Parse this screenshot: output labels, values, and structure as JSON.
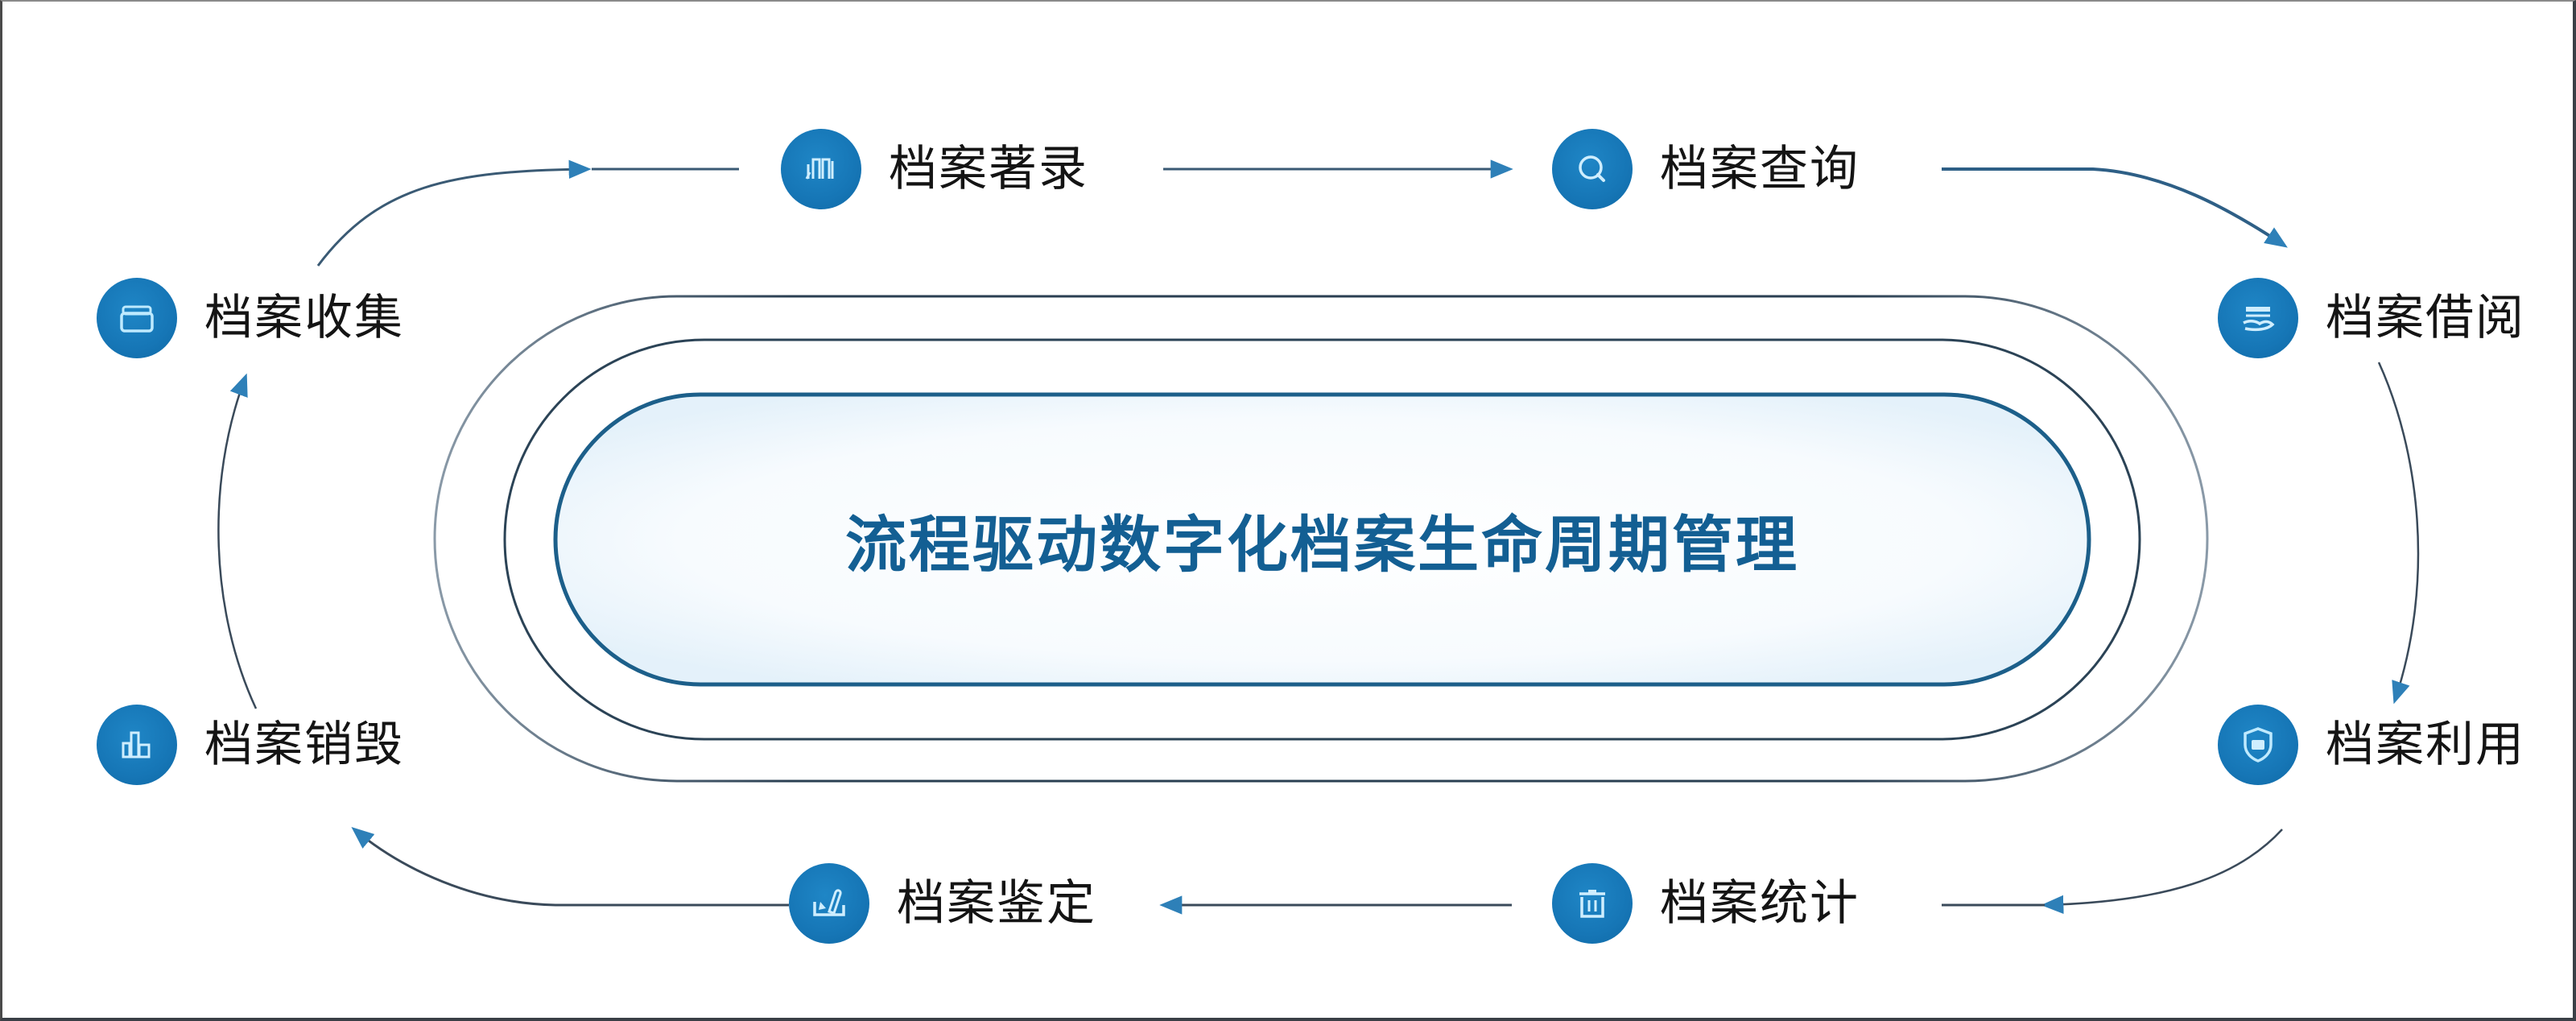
{
  "diagram": {
    "title": "流程驱动数字化档案生命周期管理",
    "colors": {
      "accent": "#1676b6",
      "title_text": "#135f93",
      "label_text": "#141414",
      "ring_stroke": "#2a4a63",
      "pill_fill": "#eef6fc"
    },
    "nodes": [
      {
        "id": "collect",
        "label": "档案收集",
        "icon": "archive-box-icon"
      },
      {
        "id": "catalog",
        "label": "档案著录",
        "icon": "catalog-books-icon"
      },
      {
        "id": "query",
        "label": "档案查询",
        "icon": "search-icon"
      },
      {
        "id": "borrow",
        "label": "档案借阅",
        "icon": "hand-document-icon"
      },
      {
        "id": "use",
        "label": "档案利用",
        "icon": "shield-icon"
      },
      {
        "id": "stats",
        "label": "档案统计",
        "icon": "trash-bin-icon"
      },
      {
        "id": "appraise",
        "label": "档案鉴定",
        "icon": "pen-tray-icon"
      },
      {
        "id": "destroy",
        "label": "档案销毁",
        "icon": "bar-chart-icon"
      }
    ],
    "flow": [
      "档案收集",
      "档案著录",
      "档案查询",
      "档案借阅",
      "档案利用",
      "档案统计",
      "档案鉴定",
      "档案销毁",
      "档案收集"
    ]
  }
}
